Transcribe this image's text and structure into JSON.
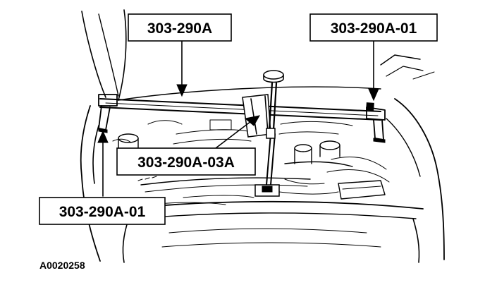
{
  "diagram": {
    "callouts": {
      "top_left": "303-290A",
      "top_right": "303-290A-01",
      "middle": "303-290A-03A",
      "bottom_left": "303-290A-01"
    },
    "figure_id": "A0020258"
  },
  "colors": {
    "ink": "#000000",
    "background": "#ffffff"
  }
}
